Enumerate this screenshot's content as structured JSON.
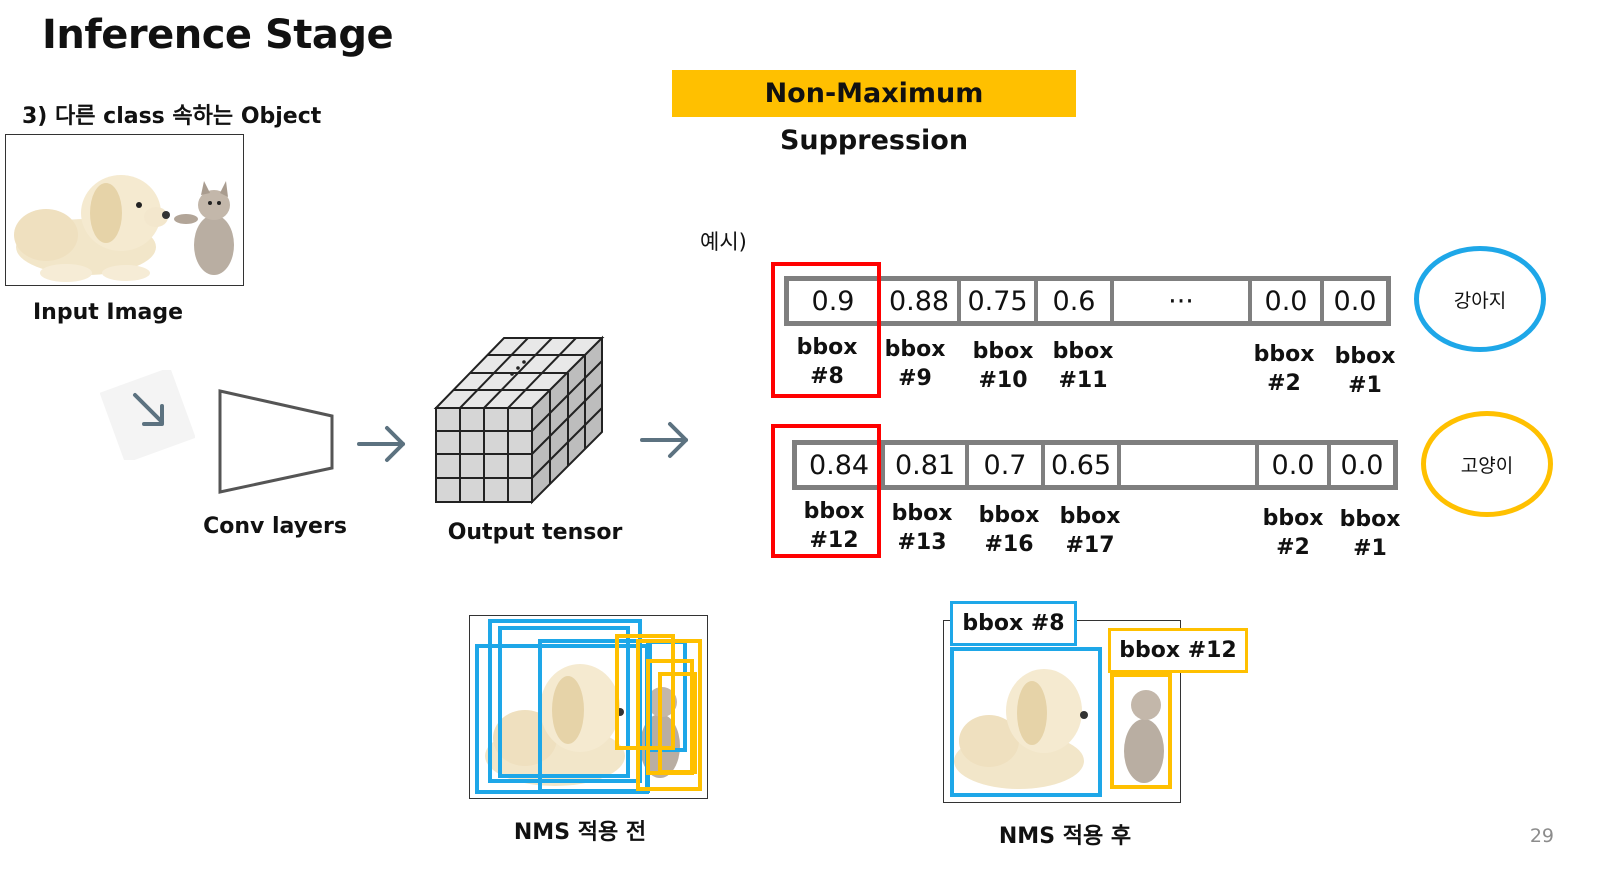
{
  "title": "Inference Stage",
  "subtitle": "3) 다른 class 속하는 Object",
  "nms_title": "Non-Maximum Suppression",
  "example_label": "예시)",
  "pipeline": {
    "input_label": "Input Image",
    "conv_label": "Conv layers",
    "tensor_label": "Output tensor"
  },
  "rows": [
    {
      "class_name": "강아지",
      "color": "#1ea7e8",
      "cells": [
        "0.9",
        "0.88",
        "0.75",
        "0.6",
        "···",
        "0.0",
        "0.0"
      ],
      "bboxes": [
        "bbox\n#8",
        "bbox\n#9",
        "bbox\n#10",
        "bbox\n#11",
        "",
        "bbox\n#2",
        "bbox\n#1"
      ]
    },
    {
      "class_name": "고양이",
      "color": "#ffc000",
      "cells": [
        "0.84",
        "0.81",
        "0.7",
        "0.65",
        "",
        "0.0",
        "0.0"
      ],
      "bboxes": [
        "bbox\n#12",
        "bbox\n#13",
        "bbox\n#16",
        "bbox\n#17",
        "",
        "bbox\n#2",
        "bbox\n#1"
      ]
    }
  ],
  "highlight_color": "#ff0000",
  "before_caption": "NMS 적용 전",
  "after_caption": "NMS 적용 후",
  "after_tags": {
    "dog": "bbox #8",
    "cat": "bbox #12"
  },
  "page_number": "29"
}
